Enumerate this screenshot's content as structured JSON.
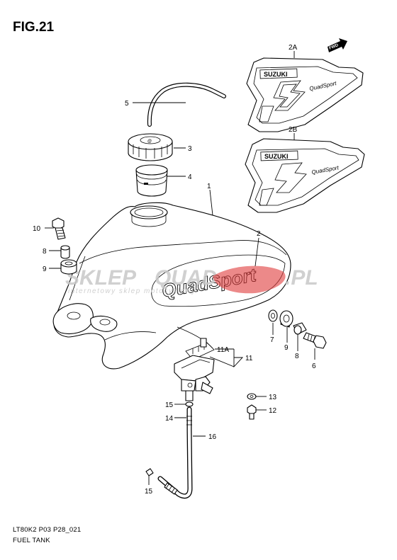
{
  "figure": {
    "title": "FIG.21",
    "model_code": "LT80K2 P03 P28_021",
    "name": "FUEL TANK"
  },
  "watermark": {
    "brand_main": "SKLEP",
    "brand_mid": "QUAD",
    "brand_end": ".PL",
    "tagline": "internetowy sklep motocyklowy",
    "accent_color": "#e03a3a",
    "gray_color": "#c8c8c8"
  },
  "fwd_label": "FWD",
  "decal_brand": "SUZUKI",
  "decal_script": "QuadSport",
  "callouts": {
    "c1": "1",
    "c2": "2",
    "c2a": "2A",
    "c2b": "2B",
    "c3": "3",
    "c4": "4",
    "c5": "5",
    "c6": "6",
    "c7": "7",
    "c8a": "8",
    "c8b": "8",
    "c9a": "9",
    "c9b": "9",
    "c10": "10",
    "c11": "11",
    "c11a": "11A",
    "c12": "12",
    "c13": "13",
    "c14": "14",
    "c15a": "15",
    "c15b": "15",
    "c16": "16"
  }
}
